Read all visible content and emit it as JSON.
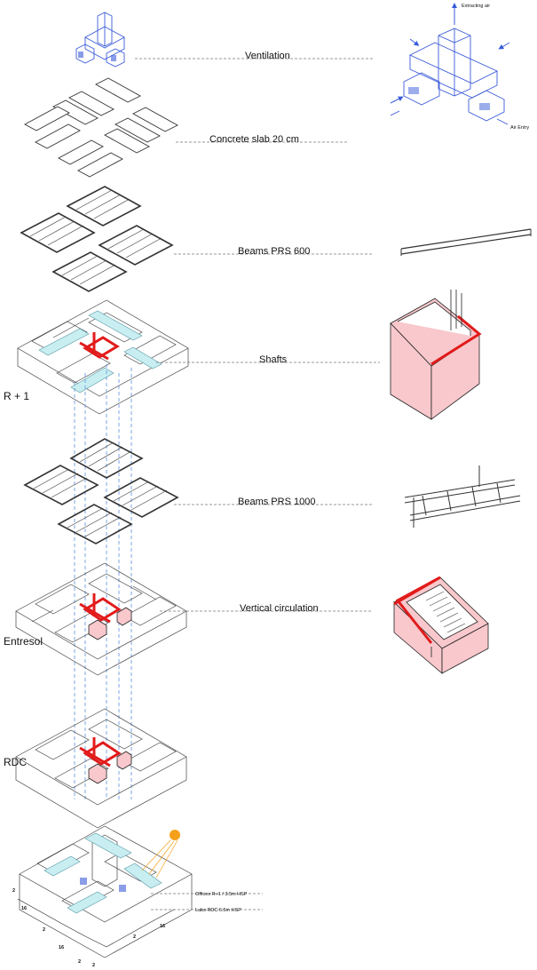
{
  "labels": {
    "ventilation": "Ventilation",
    "slab": "Concrete slab 20 cm",
    "beams600": "Beams PRS 600",
    "shafts": "Shafts",
    "beams1000": "Beams PRS 1000",
    "vertical_circulation": "Vertical circulation",
    "extracting_air": "Extracting air",
    "air_entry": "Air Entry",
    "offices": "Offices R+1 / 3.5m HSP",
    "labs": "Labs RDC 6.5m HSP"
  },
  "levels": {
    "r1": "R + 1",
    "entresol": "Entresol",
    "rdc": "RDC"
  },
  "dimensions": {
    "d2a": "2",
    "d16a": "16",
    "d2b": "2",
    "d16b": "16",
    "d2c": "2",
    "d16c": "16",
    "d2d": "2",
    "d2e": "2"
  },
  "colors": {
    "shaft_red": "#e21b1b",
    "shaft_pink": "#f8c8cc",
    "glass_cyan": "#c8eef2",
    "ventilation_blue": "#3a5bd9",
    "sun_orange": "#f5a01a"
  }
}
